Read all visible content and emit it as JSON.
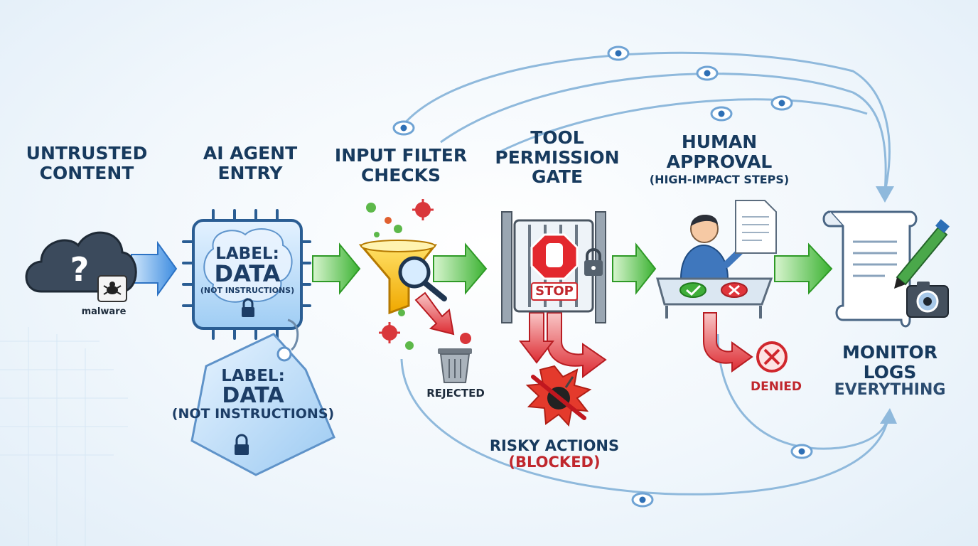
{
  "stages": {
    "untrusted": {
      "title1": "UNTRUSTED",
      "title2": "CONTENT",
      "malware": "malware"
    },
    "agent": {
      "title1": "AI AGENT",
      "title2": "ENTRY",
      "chip_label1": "LABEL:",
      "chip_label2": "DATA",
      "chip_label3": "(NOT INSTRUCTIONS)"
    },
    "tag": {
      "label1": "LABEL:",
      "label2": "DATA",
      "label3": "(NOT INSTRUCTIONS)"
    },
    "filter": {
      "title1": "INPUT FILTER",
      "title2": "CHECKS",
      "rejected": "REJECTED"
    },
    "gate": {
      "title1": "TOOL",
      "title2": "PERMISSION",
      "title3": "GATE",
      "stop": "STOP",
      "risky1": "RISKY ACTIONS",
      "risky2": "(BLOCKED)"
    },
    "human": {
      "title1": "HUMAN",
      "title2": "APPROVAL",
      "title3": "(HIGH-IMPACT STEPS)",
      "denied": "DENIED"
    },
    "monitor": {
      "title1": "MONITOR",
      "title2": "LOGS",
      "title3": "EVERYTHING"
    }
  },
  "colors": {
    "navy": "#173a5e",
    "blue_arrow": "#3f8fdc",
    "green_arrow": "#46b83c",
    "red_arrow": "#e0353b",
    "loop_line": "#8fb9dc"
  },
  "icons": [
    "cloud-question-icon",
    "bug-icon",
    "chip-icon",
    "brain-icon",
    "lock-icon",
    "tag-icon",
    "funnel-icon",
    "magnifier-icon",
    "virus-icon",
    "trash-icon",
    "gate-icon",
    "stop-hand-icon",
    "padlock-icon",
    "bomb-icon",
    "person-icon",
    "document-icon",
    "check-icon",
    "cross-icon",
    "scroll-log-icon",
    "pen-icon",
    "camera-icon",
    "eye-icon"
  ]
}
